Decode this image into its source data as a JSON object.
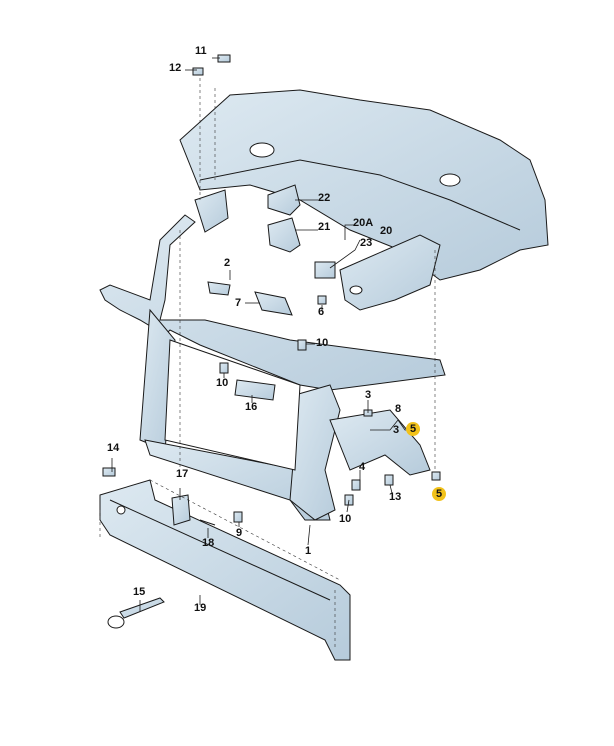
{
  "diagram": {
    "callouts": {
      "c1": "1",
      "c2": "2",
      "c3a": "3",
      "c3b": "3",
      "c4": "4",
      "c5a": "5",
      "c5b": "5",
      "c6": "6",
      "c7": "7",
      "c8": "8",
      "c9": "9",
      "c10a": "10",
      "c10b": "10",
      "c10c": "10",
      "c11": "11",
      "c12": "12",
      "c13": "13",
      "c14": "14",
      "c15": "15",
      "c16": "16",
      "c17": "17",
      "c18": "18",
      "c19": "19",
      "c20": "20",
      "c20a": "20A",
      "c21": "21",
      "c22": "22",
      "c23": "23"
    },
    "highlight_color": "#f2c21a",
    "part_fill_color": "#c9dae6",
    "line_color": "#1a1a1a"
  }
}
